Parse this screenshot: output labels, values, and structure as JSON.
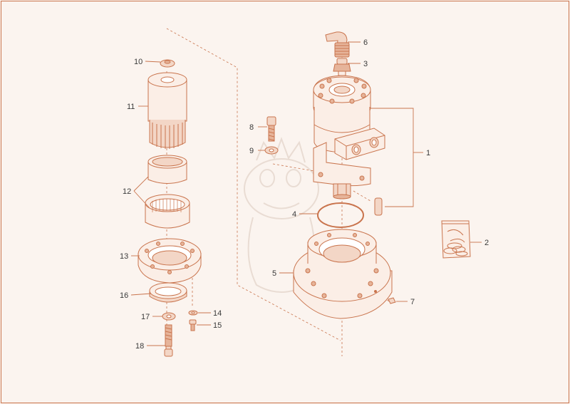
{
  "colors": {
    "background": "#fbf4ef",
    "line": "#c9744d",
    "fill_light": "#fbeee6",
    "fill_mid": "#f3d6c6",
    "fill_dark": "#e6b49a",
    "label_text": "#3a3a3a",
    "watermark": "#e9dcd3"
  },
  "callouts": [
    {
      "id": "1",
      "text": "1"
    },
    {
      "id": "2",
      "text": "2"
    },
    {
      "id": "3",
      "text": "3"
    },
    {
      "id": "4",
      "text": "4"
    },
    {
      "id": "5",
      "text": "5"
    },
    {
      "id": "6",
      "text": "6"
    },
    {
      "id": "7",
      "text": "7"
    },
    {
      "id": "8",
      "text": "8"
    },
    {
      "id": "9",
      "text": "9"
    },
    {
      "id": "10",
      "text": "10"
    },
    {
      "id": "11",
      "text": "11"
    },
    {
      "id": "12",
      "text": "12"
    },
    {
      "id": "13",
      "text": "13"
    },
    {
      "id": "14",
      "text": "14"
    },
    {
      "id": "15",
      "text": "15"
    },
    {
      "id": "16",
      "text": "16"
    },
    {
      "id": "17",
      "text": "17"
    },
    {
      "id": "18",
      "text": "18"
    }
  ]
}
